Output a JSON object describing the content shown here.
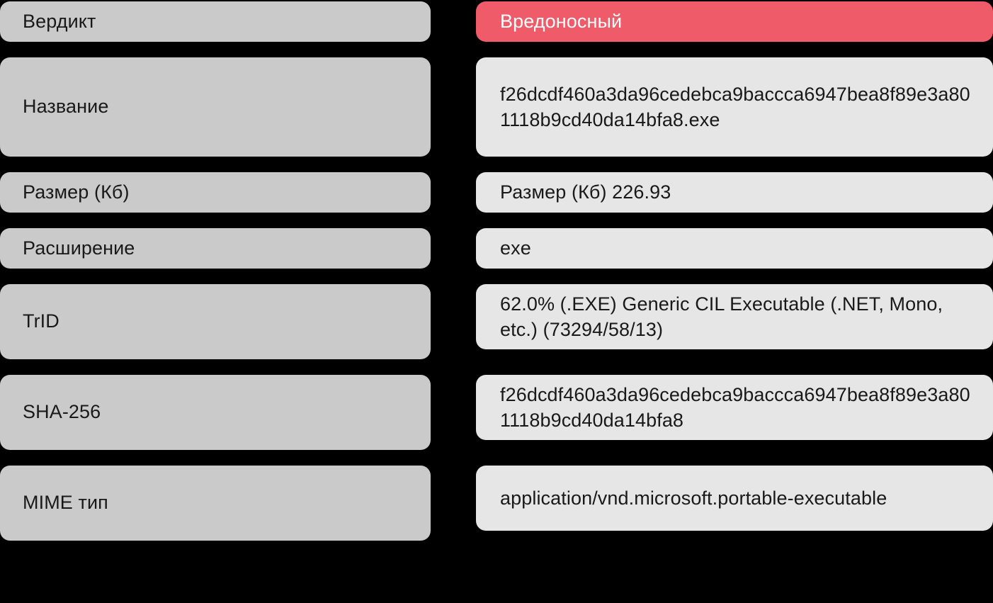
{
  "theme": {
    "background": "#000000",
    "label_pill": "#cacaca",
    "value_pill": "#e6e6e6",
    "verdict_malicious": "#ef5b69",
    "text": "#191919",
    "verdict_text": "#ffffff"
  },
  "rows": [
    {
      "id": "verdict",
      "label": "Вердикт",
      "value": "Вредоносный",
      "status": "malicious"
    },
    {
      "id": "name",
      "label": "Название",
      "value": "f26dcdf460a3da96cedebca9baccca6947bea8f89e3a801118b9cd40da14bfa8.exe"
    },
    {
      "id": "size",
      "label": "Размер (Кб)",
      "value": "Размер (Кб) 226.93"
    },
    {
      "id": "extension",
      "label": "Расширение",
      "value": "exe"
    },
    {
      "id": "trid",
      "label": "TrID",
      "value": "62.0% (.EXE) Generic CIL Executable (.NET, Mono, etc.) (73294/58/13)"
    },
    {
      "id": "sha256",
      "label": "SHA-256",
      "value": "f26dcdf460a3da96cedebca9baccca6947bea8f89e3a801118b9cd40da14bfa8"
    },
    {
      "id": "mime",
      "label": "MIME тип",
      "value": "application/vnd.microsoft.portable-executable"
    }
  ]
}
